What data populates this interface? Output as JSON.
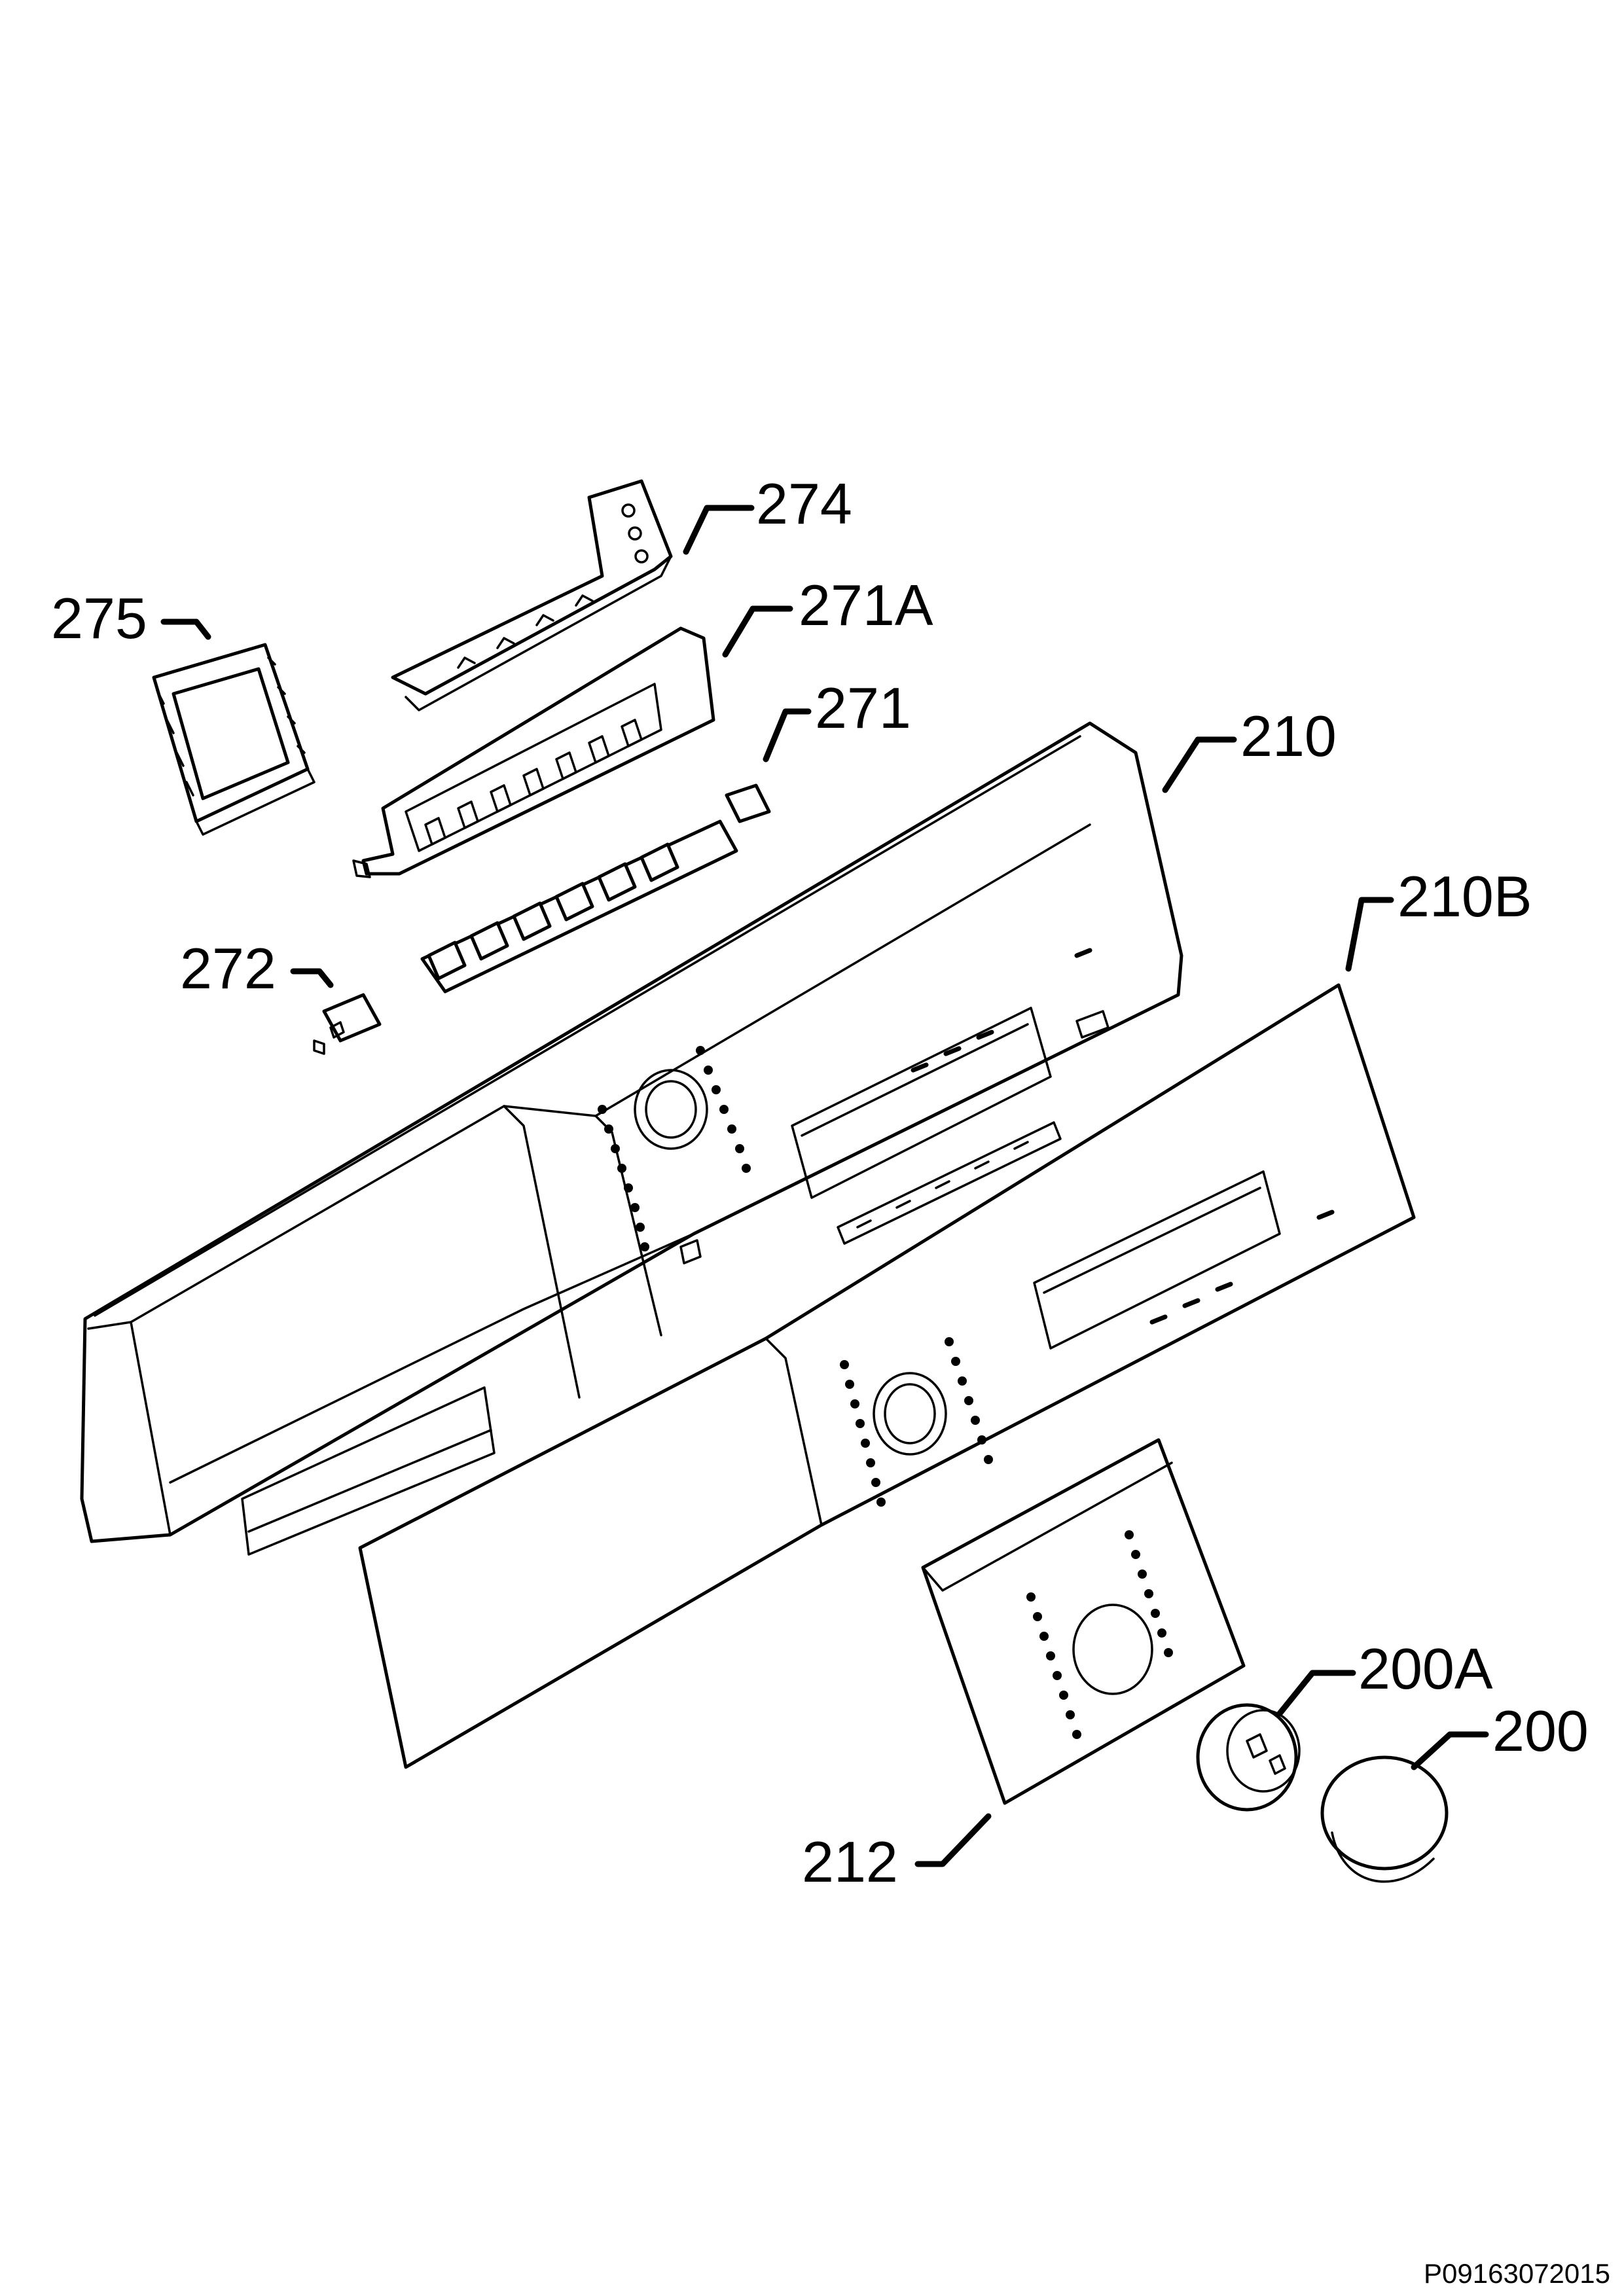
{
  "callouts": {
    "c274": "274",
    "c275": "275",
    "c271A": "271A",
    "c271": "271",
    "c210": "210",
    "c210B": "210B",
    "c272": "272",
    "c200A": "200A",
    "c200": "200",
    "c212": "212"
  },
  "reference_code": "P09163072015"
}
